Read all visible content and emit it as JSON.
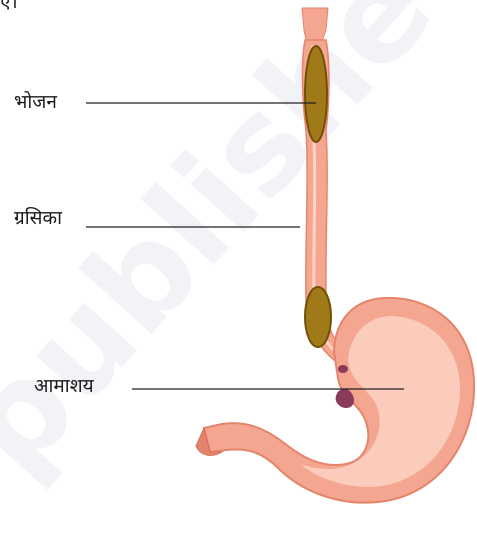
{
  "labels": {
    "top_fragment": "ए।",
    "food": "भोजन",
    "esophagus": "ग्रसिका",
    "stomach": "आमाशय"
  },
  "watermark": "published",
  "colors": {
    "tissue": "#f4a690",
    "tissue_dark": "#e5846c",
    "tissue_light": "#fbd2c3",
    "lumen": "#f6b9a4",
    "bolus": "#a07a18",
    "bolus_dark": "#6f5207",
    "gastric_fluid": "#8a3a5a",
    "leader_line": "#222222",
    "watermark": "#e3e6ee"
  }
}
